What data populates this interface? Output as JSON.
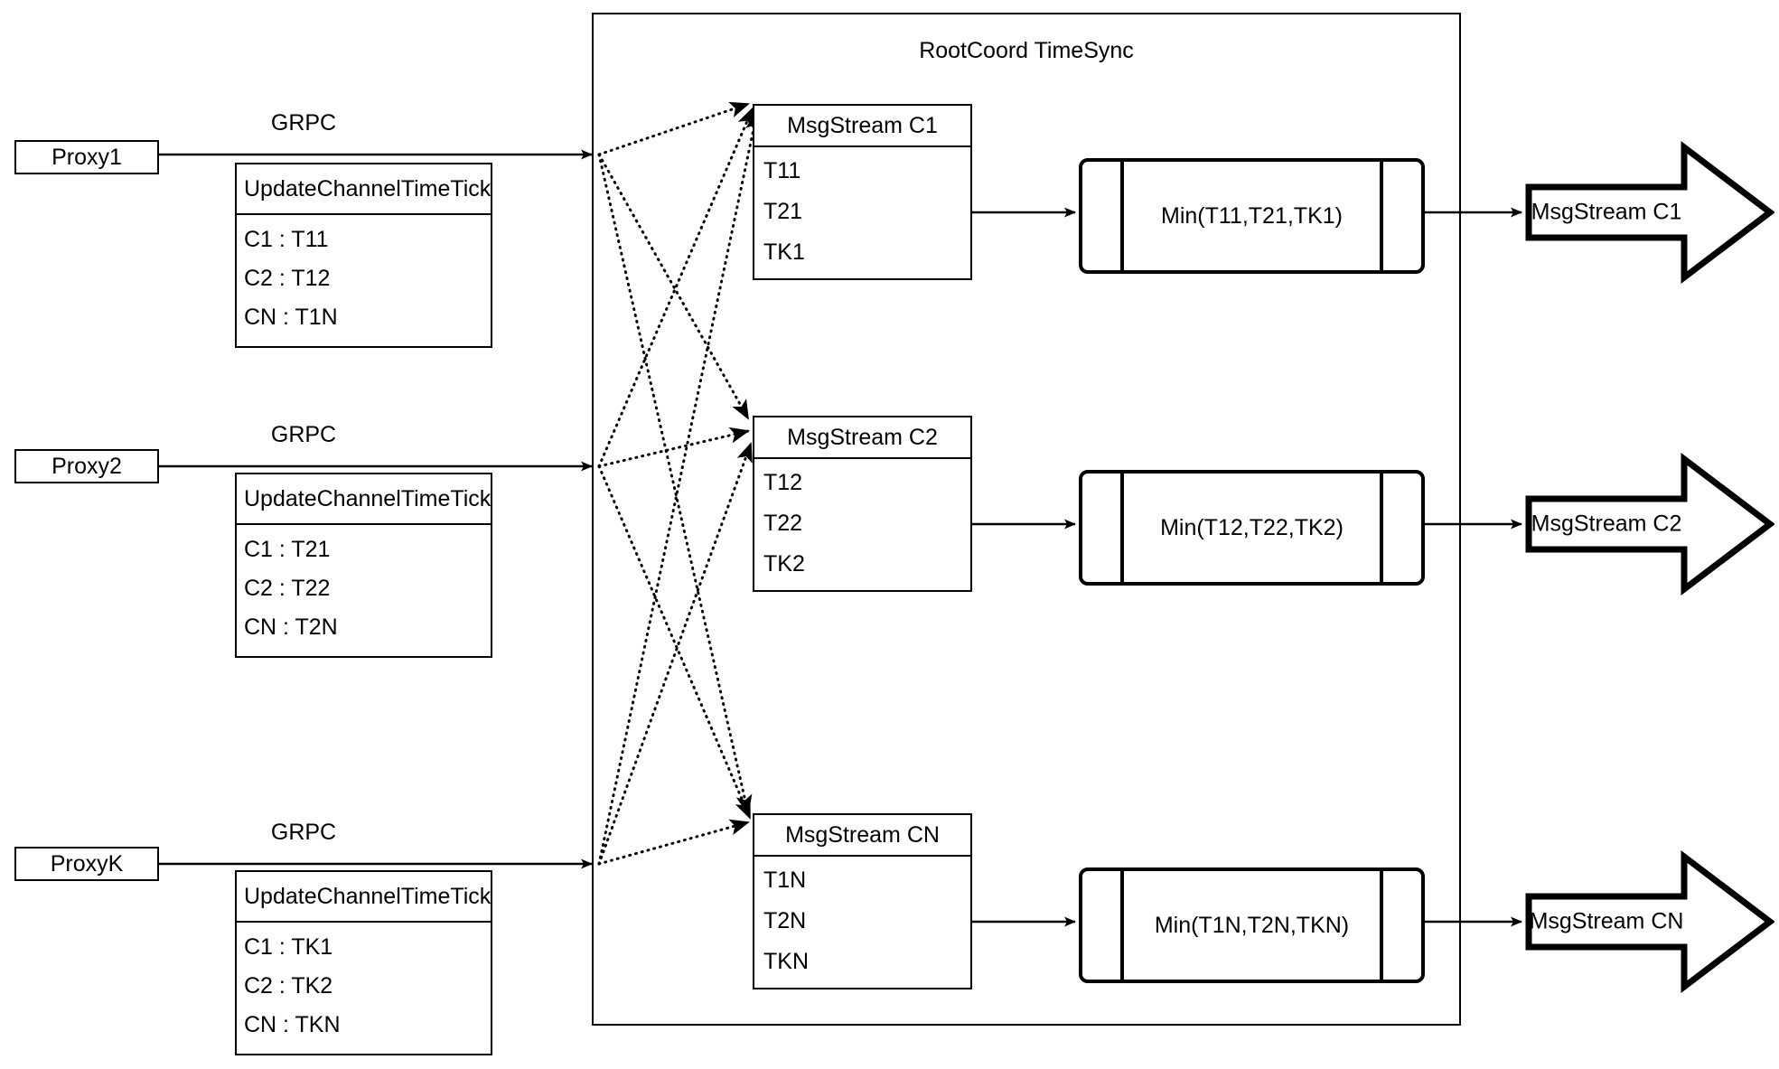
{
  "diagram": {
    "title": "RootCoord TimeSync",
    "container_label": "RootCoord TimeSync"
  },
  "proxies": [
    {
      "name": "Proxy1",
      "link_label": "GRPC",
      "rpc": {
        "header": "UpdateChannelTimeTick",
        "rows": [
          "C1 :  T11",
          "C2 :  T12",
          "CN : T1N"
        ]
      }
    },
    {
      "name": "Proxy2",
      "link_label": "GRPC",
      "rpc": {
        "header": "UpdateChannelTimeTick",
        "rows": [
          "C1 :  T21",
          "C2 :  T22",
          "CN : T2N"
        ]
      }
    },
    {
      "name": "ProxyK",
      "link_label": "GRPC",
      "rpc": {
        "header": "UpdateChannelTimeTick",
        "rows": [
          "C1 :  TK1",
          "C2 :  TK2",
          "CN : TKN"
        ]
      }
    }
  ],
  "channels": [
    {
      "stream": {
        "header": "MsgStream C1",
        "rows": [
          "T11",
          "T21",
          "TK1"
        ]
      },
      "reducer": "Min(T11,T21,TK1)",
      "output": "MsgStream C1"
    },
    {
      "stream": {
        "header": "MsgStream C2",
        "rows": [
          "T12",
          "T22",
          "TK2"
        ]
      },
      "reducer": "Min(T12,T22,TK2)",
      "output": "MsgStream C2"
    },
    {
      "stream": {
        "header": "MsgStream CN",
        "rows": [
          "T1N",
          "T2N",
          "TKN"
        ]
      },
      "reducer": "Min(T1N,T2N,TKN)",
      "output": "MsgStream CN"
    }
  ],
  "colors": {
    "stroke": "#000000",
    "background": "#ffffff"
  }
}
